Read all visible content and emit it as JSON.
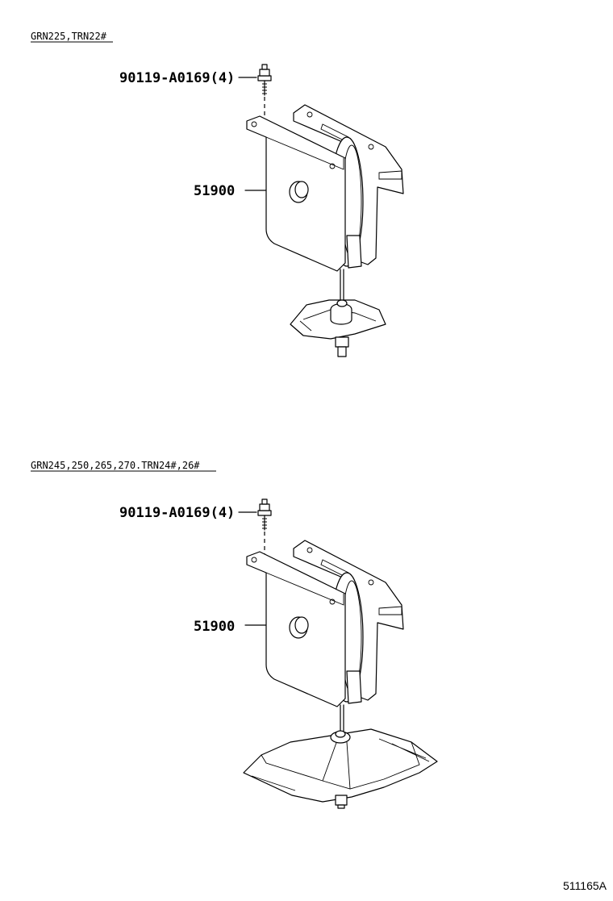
{
  "diagram": {
    "sections": [
      {
        "applicability": "GRN225,TRN22#",
        "bolt_label": "90119-A0169(4)",
        "carrier_label": "51900"
      },
      {
        "applicability": "GRN245,250,265,270.TRN24#,26#",
        "bolt_label": "90119-A0169(4)",
        "carrier_label": "51900"
      }
    ],
    "figure_number": "511165A"
  }
}
